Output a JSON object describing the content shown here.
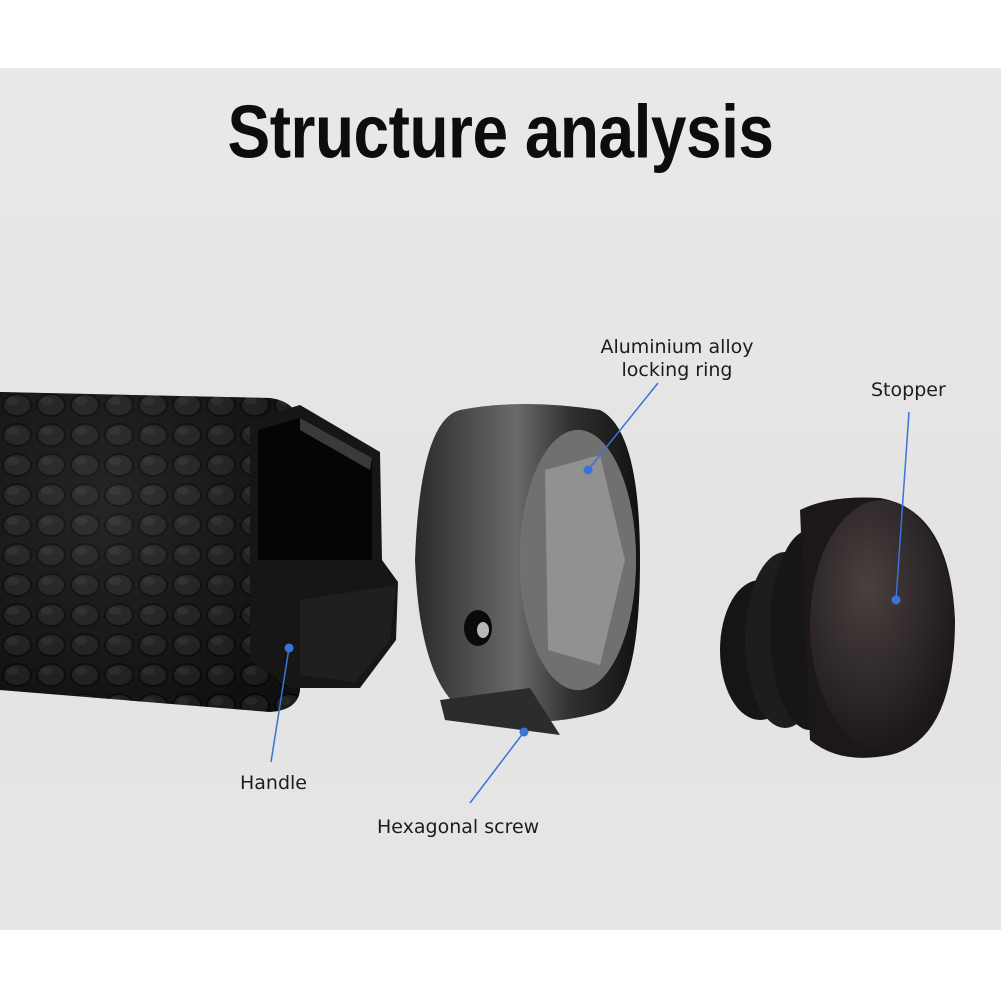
{
  "title": "Structure analysis",
  "parts": {
    "ring": {
      "line1": "Aluminium alloy",
      "line2": "locking ring"
    },
    "stopper": {
      "label": "Stopper"
    },
    "handle": {
      "label": "Handle"
    },
    "screw": {
      "label": "Hexagonal screw"
    }
  },
  "colors": {
    "background": "#e6e6e6",
    "leader_line": "#3b73d6",
    "text": "#1c1c1c"
  }
}
